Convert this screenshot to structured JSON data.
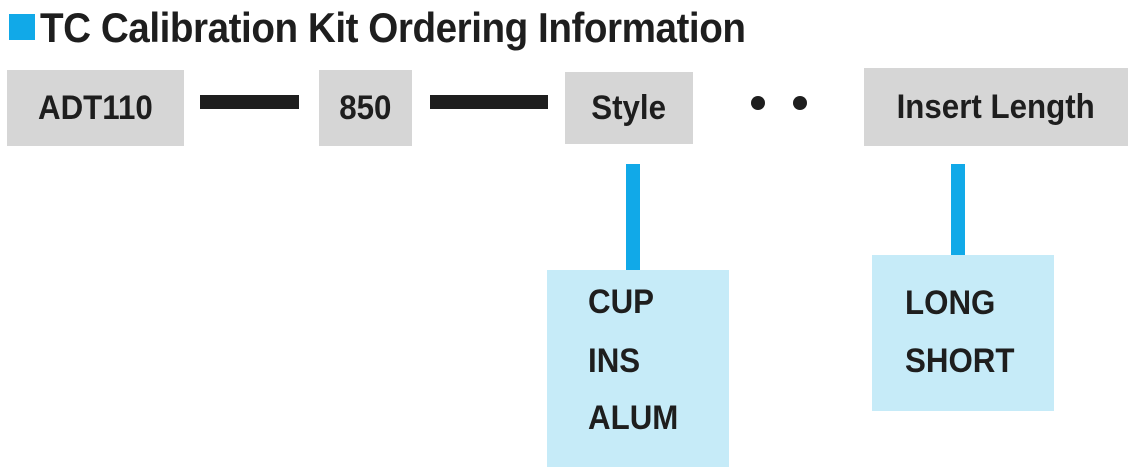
{
  "title": "TC Calibration Kit Ordering Information",
  "accent_color": "#11a9e8",
  "segment_fill_color": "#d6d6d6",
  "option_fill_color": "#c6ebf8",
  "segments": [
    {
      "label": "ADT110"
    },
    {
      "label": "850"
    },
    {
      "label": "Style"
    },
    {
      "label": "Insert Length"
    }
  ],
  "style_options": [
    "CUP",
    "INS",
    "ALUM"
  ],
  "insert_length_options": [
    "LONG",
    "SHORT"
  ]
}
